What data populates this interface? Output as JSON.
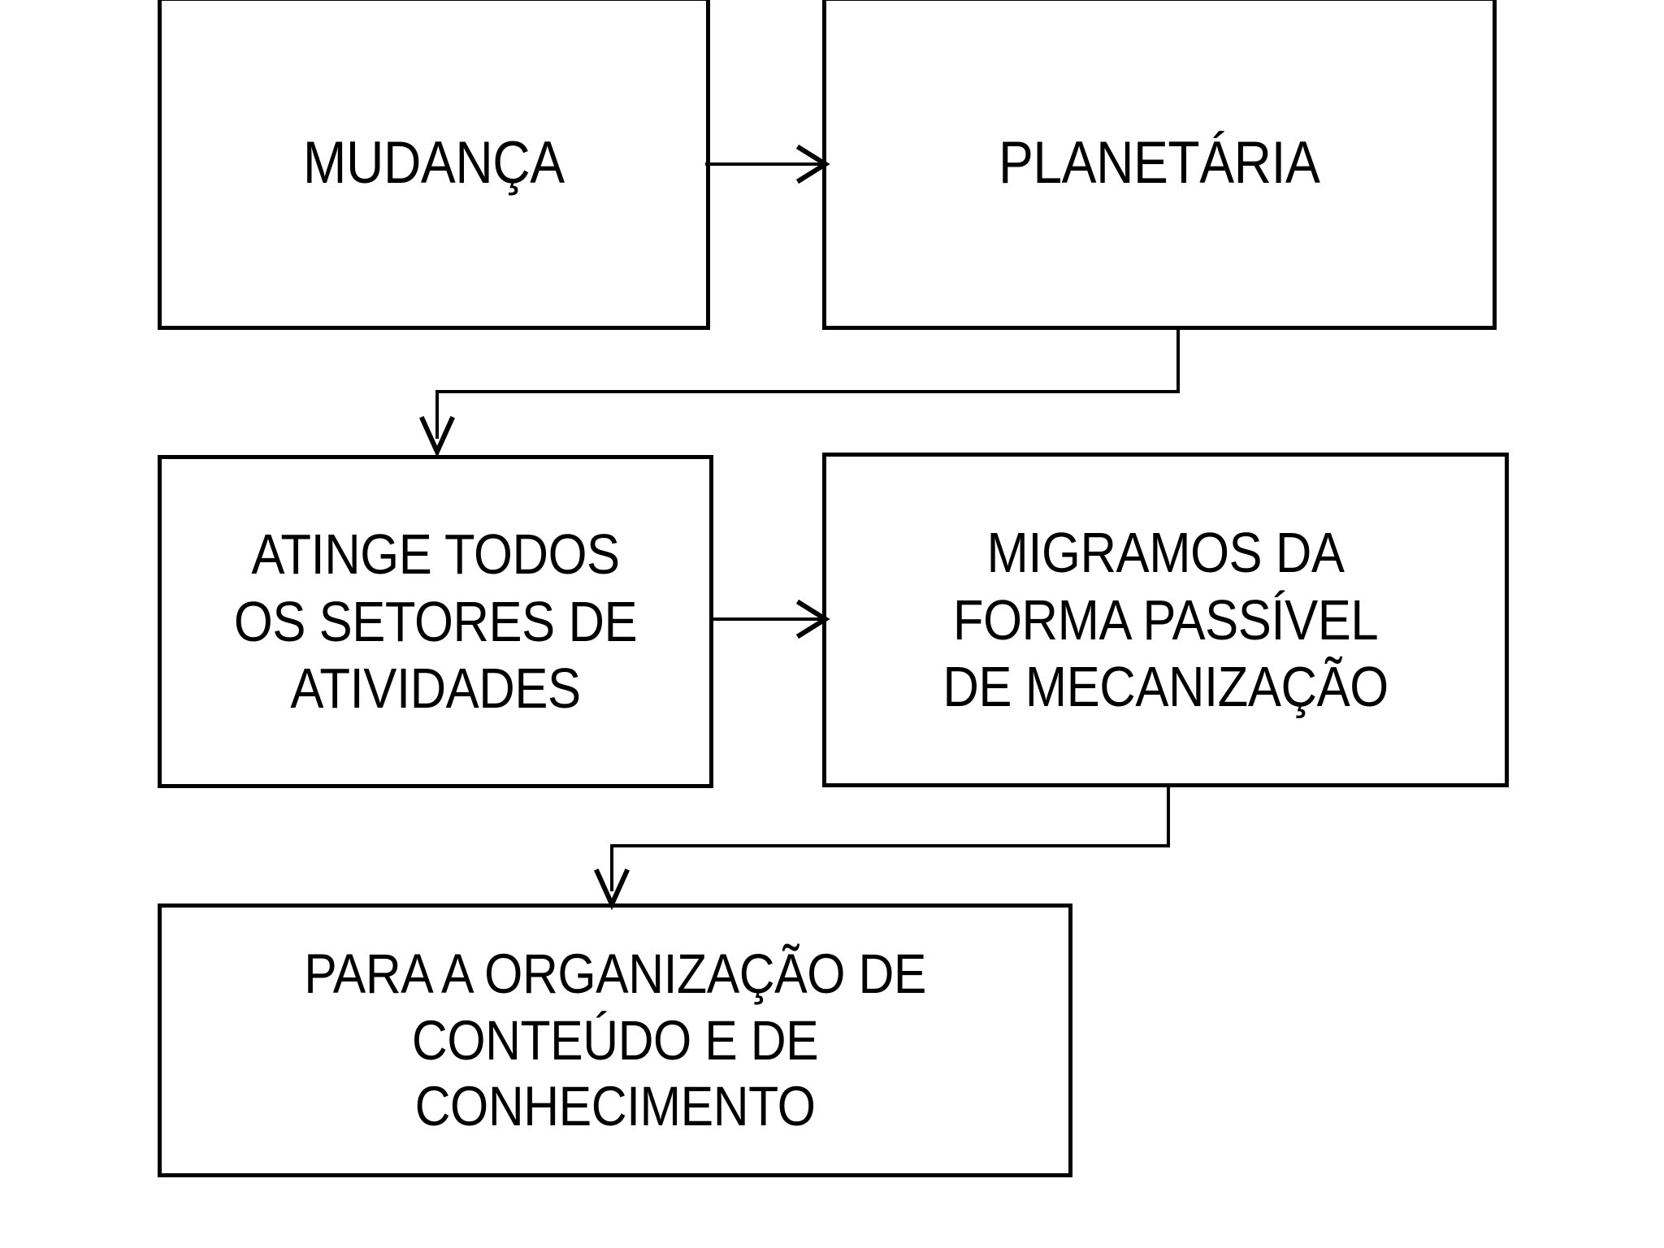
{
  "diagram": {
    "title": "Fluxograma Mudanca Planetaria",
    "background_color": "#ffffff",
    "line_color": "#000000",
    "text_color": "#000000",
    "nodes": [
      {
        "id": "mudanca",
        "label": "MUDANÇA"
      },
      {
        "id": "planetaria",
        "label": "PLANETÁRIA"
      },
      {
        "id": "atinge",
        "label": "ATINGE TODOS\nOS SETORES DE\nATIVIDADES"
      },
      {
        "id": "migramos",
        "label": "MIGRAMOS DA\nFORMA PASSÍVEL\nDE MECANIZAÇÃO"
      },
      {
        "id": "organizacao",
        "label": "PARA A ORGANIZAÇÃO DE\nCONTEÚDO E DE\nCONHECIMENTO"
      }
    ],
    "connectors": [
      {
        "id": "mudanca-to-planetaria",
        "from": "mudanca",
        "to": "planetaria",
        "style": "straight-right"
      },
      {
        "id": "planetaria-to-atinge",
        "from": "planetaria",
        "to": "atinge",
        "style": "elbow-down-left"
      },
      {
        "id": "atinge-to-migramos",
        "from": "atinge",
        "to": "migramos",
        "style": "straight-right"
      },
      {
        "id": "migramos-to-organizacao",
        "from": "migramos",
        "to": "organizacao",
        "style": "elbow-down-left"
      }
    ]
  }
}
